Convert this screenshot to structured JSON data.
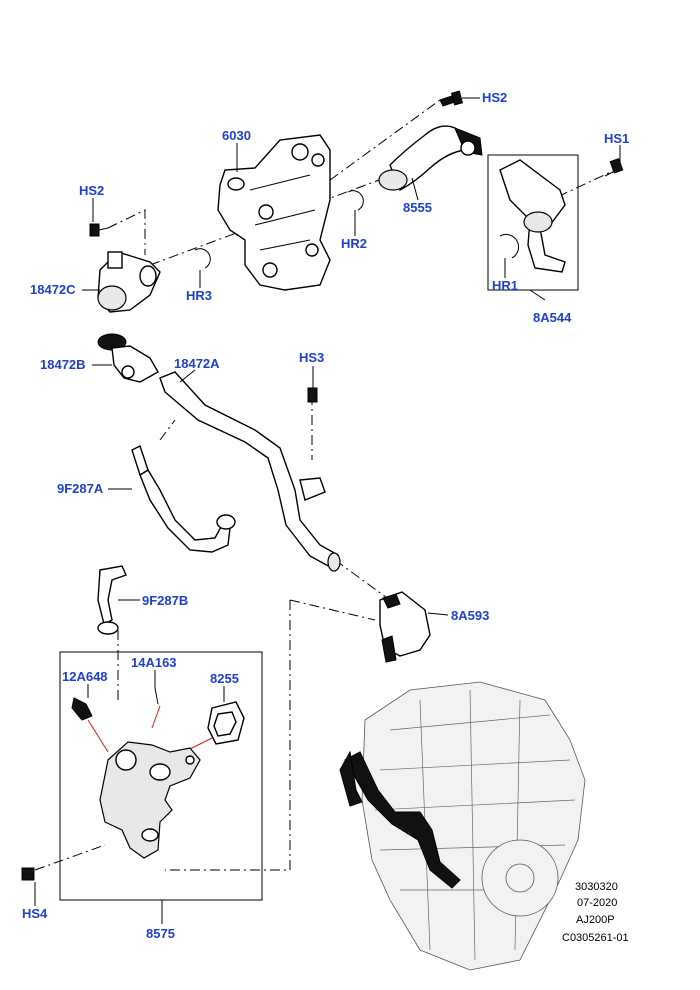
{
  "callouts": {
    "hs2_top": "HS2",
    "hs1": "HS1",
    "p6030": "6030",
    "p8555": "8555",
    "hr2": "HR2",
    "hs2_left": "HS2",
    "p18472c": "18472C",
    "hr3": "HR3",
    "hr1": "HR1",
    "p8a544": "8A544",
    "p18472b": "18472B",
    "p18472a": "18472A",
    "hs3": "HS3",
    "p9f287a": "9F287A",
    "p9f287b": "9F287B",
    "p8a593": "8A593",
    "p12a648": "12A648",
    "p14a163": "14A163",
    "p8255": "8255",
    "hs4": "HS4",
    "p8575": "8575"
  },
  "reference": {
    "line1": "3030320",
    "line2": "07-2020",
    "line3": "AJ200P",
    "line4": "C0305261-01"
  },
  "colors": {
    "callout": "#1f3fd1",
    "leader": "#000000",
    "highlight_leader": "#e0201a"
  }
}
